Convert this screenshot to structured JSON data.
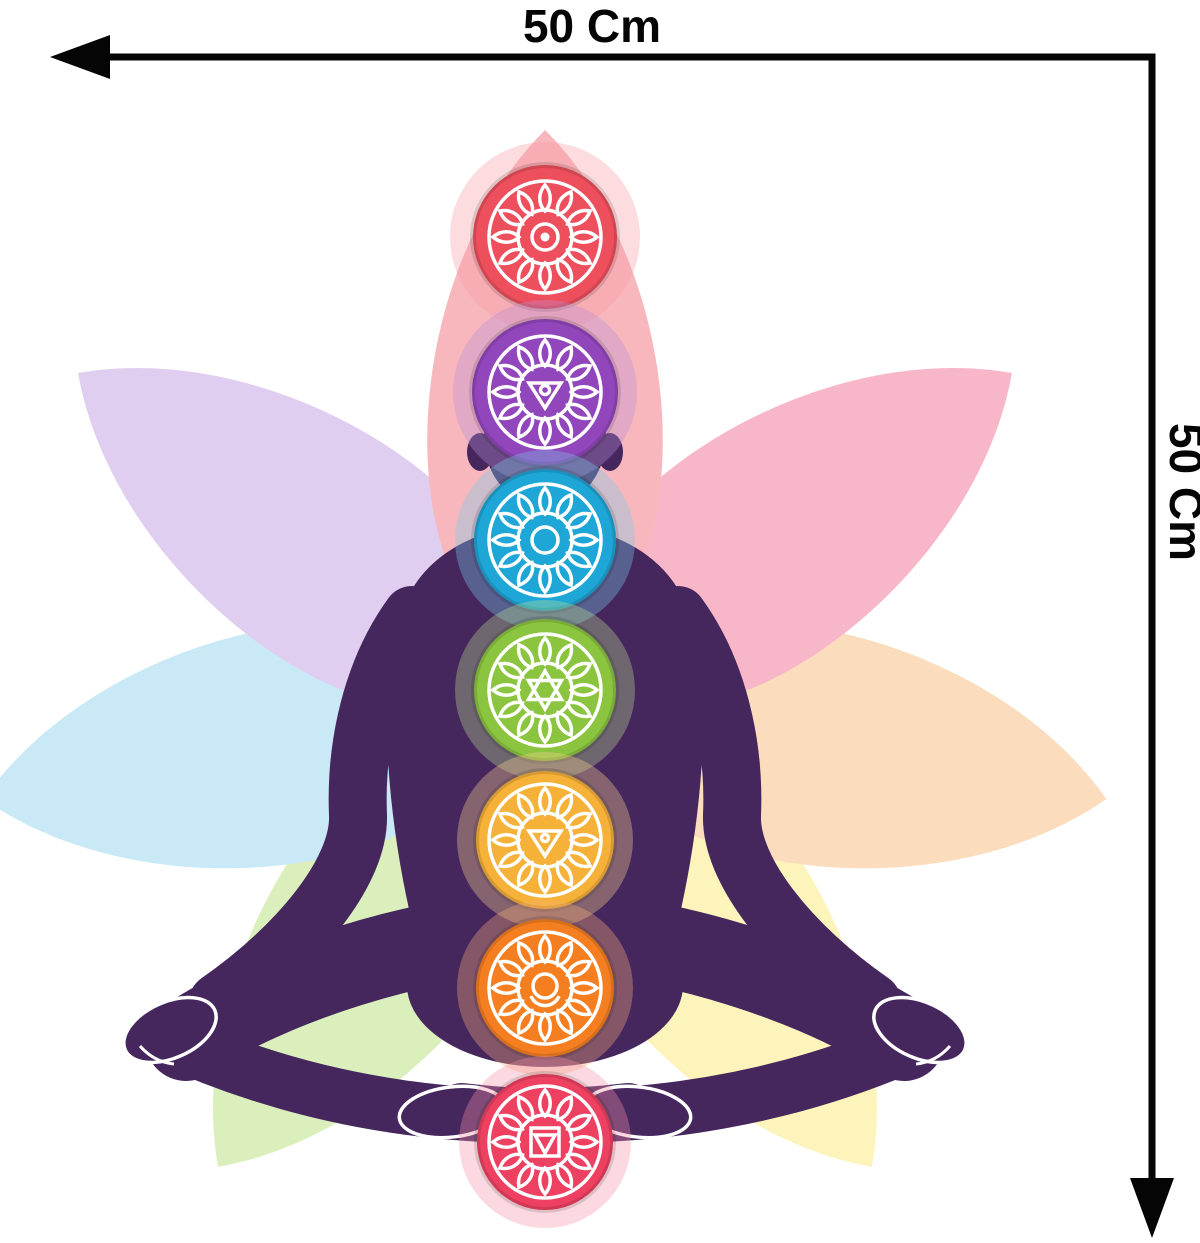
{
  "page": {
    "title": "Chakra meditation figure - product size diagram"
  },
  "dimensions": {
    "width_label": "50 Cm",
    "height_label": "50 Cm",
    "line_color": "#050505"
  },
  "illustration": {
    "silhouette_color": "#45275e",
    "petals": {
      "top": "#f6aeb4",
      "upper_left": "#dcc8ef",
      "upper_right": "#f6aec2",
      "left": "#c2e6f5",
      "right": "#fbd9b6",
      "lower_left": "#d6edb4",
      "lower_right": "#fdf3b3"
    },
    "chakras": [
      {
        "name": "crown",
        "icon": "crown-chakra-icon",
        "color": "#ee4f5d",
        "glow": "#f59ba0"
      },
      {
        "name": "third-eye",
        "icon": "third-eye-chakra-icon",
        "color": "#9146bc",
        "glow": "#bb8ed8"
      },
      {
        "name": "throat",
        "icon": "throat-chakra-icon",
        "color": "#1ea6d6",
        "glow": "#79cbe7"
      },
      {
        "name": "heart",
        "icon": "heart-chakra-icon",
        "color": "#8bc53f",
        "glow": "#badf8e"
      },
      {
        "name": "solar-plexus",
        "icon": "solar-plexus-chakra-icon",
        "color": "#f6b138",
        "glow": "#fbd490"
      },
      {
        "name": "sacral",
        "icon": "sacral-chakra-icon",
        "color": "#f57f20",
        "glow": "#f9b077"
      },
      {
        "name": "root",
        "icon": "root-chakra-icon",
        "color": "#ee4061",
        "glow": "#f78fa6"
      }
    ]
  }
}
